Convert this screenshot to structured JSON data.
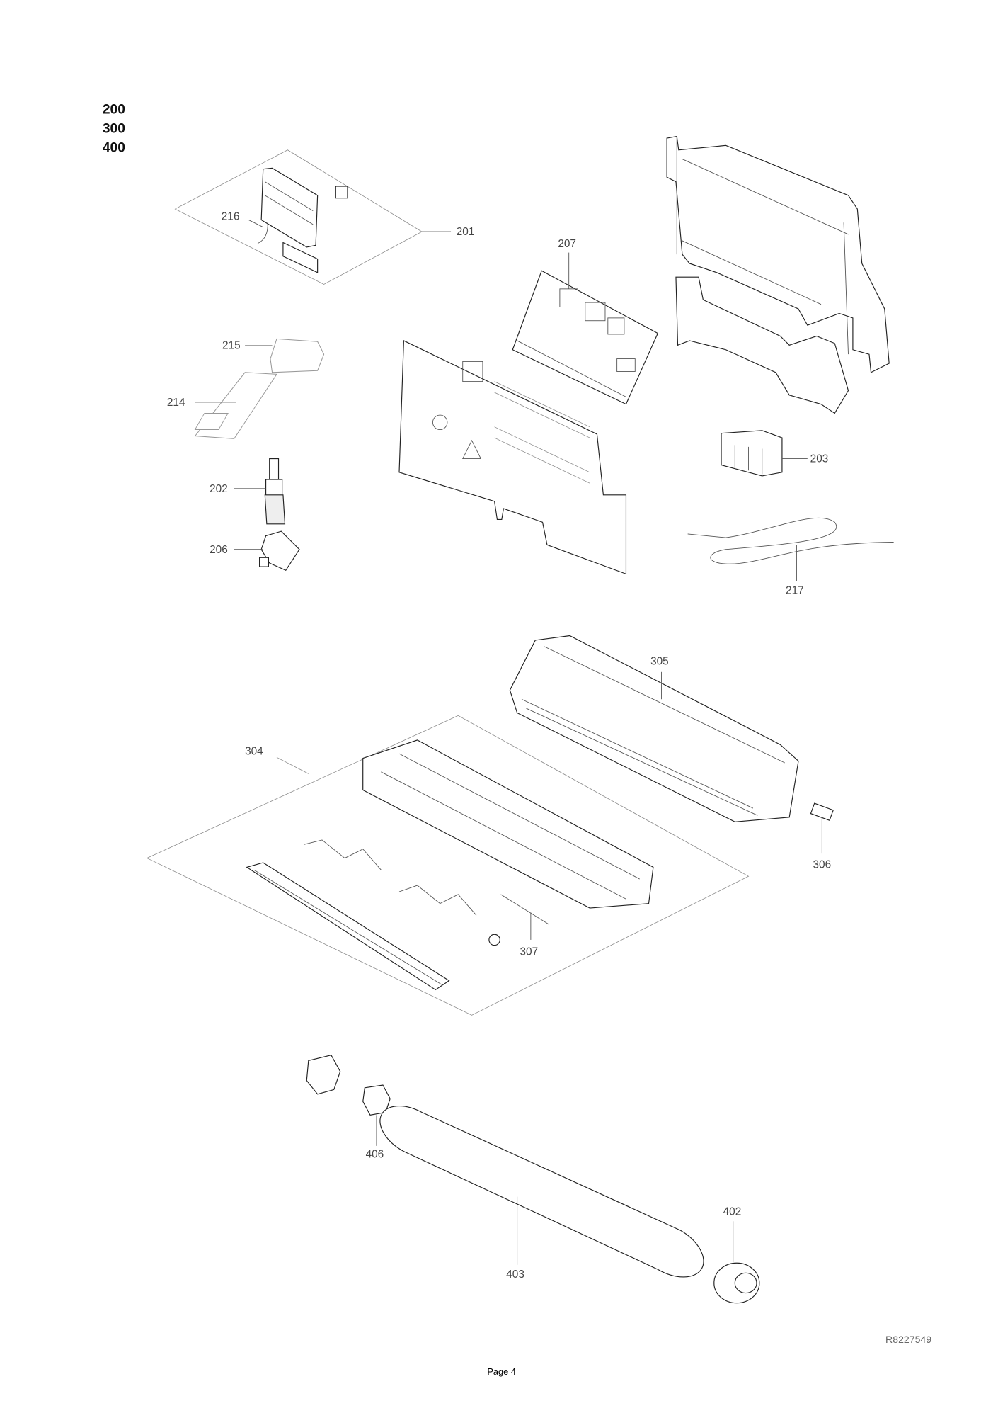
{
  "groups": [
    "200",
    "300",
    "400"
  ],
  "labels": {
    "p201": "201",
    "p202": "202",
    "p203": "203",
    "p206": "206",
    "p207": "207",
    "p214": "214",
    "p215": "215",
    "p216": "216",
    "p217": "217",
    "p304": "304",
    "p305": "305",
    "p306": "306",
    "p307": "307",
    "p402": "402",
    "p403": "403",
    "p406": "406"
  },
  "drawing_code": "R8227549",
  "page": "Page 4"
}
